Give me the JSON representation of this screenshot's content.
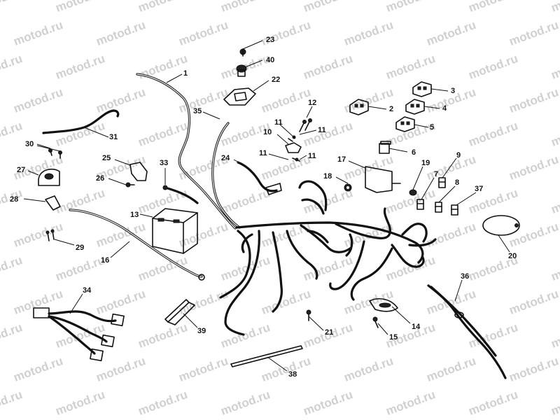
{
  "watermark": "motod.ru",
  "callouts": [
    {
      "id": "c1",
      "label": "1"
    },
    {
      "id": "c2",
      "label": "2"
    },
    {
      "id": "c3",
      "label": "3"
    },
    {
      "id": "c4",
      "label": "4"
    },
    {
      "id": "c5",
      "label": "5"
    },
    {
      "id": "c6",
      "label": "6"
    },
    {
      "id": "c7",
      "label": "7"
    },
    {
      "id": "c8",
      "label": "8"
    },
    {
      "id": "c9",
      "label": "9"
    },
    {
      "id": "c10",
      "label": "10"
    },
    {
      "id": "c11a",
      "label": "11"
    },
    {
      "id": "c11b",
      "label": "11"
    },
    {
      "id": "c11c",
      "label": "11"
    },
    {
      "id": "c11d",
      "label": "11"
    },
    {
      "id": "c12",
      "label": "12"
    },
    {
      "id": "c13",
      "label": "13"
    },
    {
      "id": "c14",
      "label": "14"
    },
    {
      "id": "c15",
      "label": "15"
    },
    {
      "id": "c16",
      "label": "16"
    },
    {
      "id": "c17",
      "label": "17"
    },
    {
      "id": "c18",
      "label": "18"
    },
    {
      "id": "c19",
      "label": "19"
    },
    {
      "id": "c20",
      "label": "20"
    },
    {
      "id": "c21",
      "label": "21"
    },
    {
      "id": "c22",
      "label": "22"
    },
    {
      "id": "c23",
      "label": "23"
    },
    {
      "id": "c24",
      "label": "24"
    },
    {
      "id": "c25",
      "label": "25"
    },
    {
      "id": "c26",
      "label": "26"
    },
    {
      "id": "c27",
      "label": "27"
    },
    {
      "id": "c28",
      "label": "28"
    },
    {
      "id": "c29",
      "label": "29"
    },
    {
      "id": "c30",
      "label": "30"
    },
    {
      "id": "c31",
      "label": "31"
    },
    {
      "id": "c33",
      "label": "33"
    },
    {
      "id": "c34",
      "label": "34"
    },
    {
      "id": "c35",
      "label": "35"
    },
    {
      "id": "c36",
      "label": "36"
    },
    {
      "id": "c37",
      "label": "37"
    },
    {
      "id": "c38",
      "label": "38"
    },
    {
      "id": "c39",
      "label": "39"
    },
    {
      "id": "c40",
      "label": "40"
    }
  ]
}
